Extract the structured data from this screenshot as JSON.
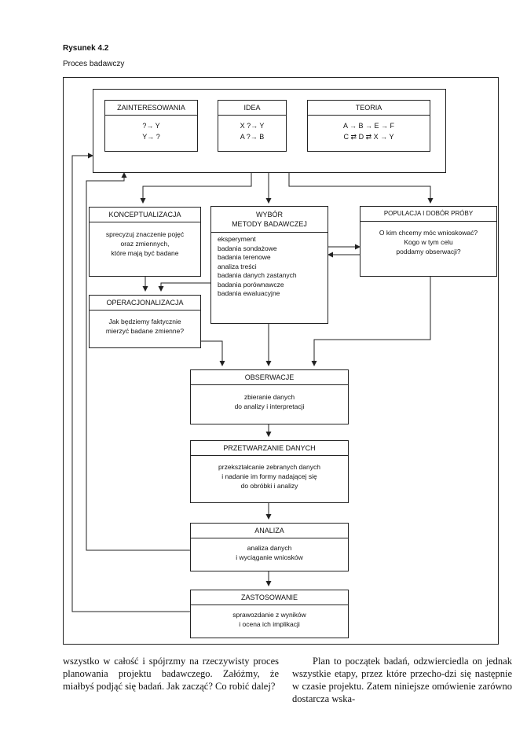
{
  "figure": {
    "label": "Rysunek 4.2",
    "caption": "Proces badawczy"
  },
  "top_group": {
    "zainteresowania": {
      "title": "ZAINTERESOWANIA",
      "lines": [
        "?→ Y",
        "Y→ ?"
      ]
    },
    "idea": {
      "title": "IDEA",
      "lines": [
        "X ?→ Y",
        "A ?→ B"
      ]
    },
    "teoria": {
      "title": "TEORIA",
      "lines": [
        "A → B → E → F",
        "C ⇄ D ⇄ X → Y"
      ]
    }
  },
  "konceptualizacja": {
    "title": "KONCEPTUALIZACJA",
    "lines": [
      "sprecyzuj znaczenie pojęć",
      "oraz zmiennych,",
      "które mają być badane"
    ]
  },
  "wybor_metody": {
    "title_line1": "WYBÓR",
    "title_line2": "METODY BADAWCZEJ",
    "items": [
      "eksperyment",
      "badania sondażowe",
      "badania terenowe",
      "analiza treści",
      "badania danych zastanych",
      "badania porównawcze",
      "badania ewaluacyjne"
    ]
  },
  "populacja": {
    "title": "POPULACJA I DOBÓR PRÓBY",
    "lines": [
      "O kim chcemy móc wnioskować?",
      "Kogo w tym celu",
      "poddamy obserwacji?"
    ]
  },
  "operacjonalizacja": {
    "title": "OPERACJONALIZACJA",
    "lines": [
      "Jak będziemy faktycznie",
      "mierzyć badane zmienne?"
    ]
  },
  "obserwacje": {
    "title": "OBSERWACJE",
    "lines": [
      "zbieranie danych",
      "do analizy i interpretacji"
    ]
  },
  "przetwarzanie": {
    "title": "PRZETWARZANIE DANYCH",
    "lines": [
      "przekształcanie zebranych danych",
      "i nadanie im formy nadającej się",
      "do obróbki i analizy"
    ]
  },
  "analiza": {
    "title": "ANALIZA",
    "lines": [
      "analiza danych",
      "i wyciąganie wniosków"
    ]
  },
  "zastosowanie": {
    "title": "ZASTOSOWANIE",
    "lines": [
      "sprawozdanie z wyników",
      "i ocena ich implikacji"
    ]
  },
  "body_text": {
    "left": "wszystko w całość i spójrzmy na rzeczywisty proces planowania projektu badawczego. Załóżmy, że miałbyś podjąć się badań. Jak zacząć? Co robić dalej?",
    "right": "Plan to początek badań, odzwierciedla on jednak wszystkie etapy, przez które przecho-dzi się następnie w czasie projektu. Zatem niniejsze omówienie zarówno dostarcza wska-"
  }
}
